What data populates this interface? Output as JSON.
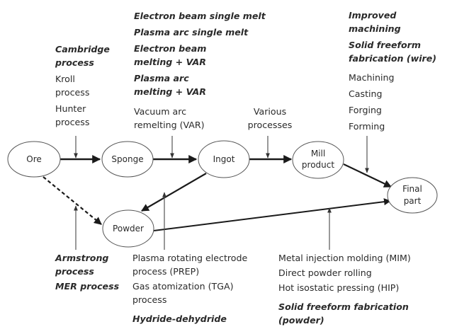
{
  "nodes": [
    {
      "id": "ore",
      "label": [
        "Ore"
      ]
    },
    {
      "id": "sponge",
      "label": [
        "Sponge"
      ]
    },
    {
      "id": "ingot",
      "label": [
        "Ingot"
      ]
    },
    {
      "id": "mill",
      "label": [
        "Mill",
        "product"
      ]
    },
    {
      "id": "final",
      "label": [
        "Final",
        "part"
      ]
    },
    {
      "id": "powder",
      "label": [
        "Powder"
      ]
    }
  ],
  "edges": [
    {
      "from": "ore",
      "to": "sponge",
      "style": "solid"
    },
    {
      "from": "sponge",
      "to": "ingot",
      "style": "solid"
    },
    {
      "from": "ingot",
      "to": "mill",
      "style": "solid"
    },
    {
      "from": "mill",
      "to": "final",
      "style": "solid"
    },
    {
      "from": "ingot",
      "to": "powder",
      "style": "solid"
    },
    {
      "from": "powder",
      "to": "final",
      "style": "solid"
    },
    {
      "from": "ore",
      "to": "powder",
      "style": "dashed"
    }
  ],
  "annotations": {
    "ore_to_sponge": {
      "emerging": [
        "Cambridge process"
      ],
      "conventional": [
        "Kroll process",
        "Hunter process"
      ]
    },
    "sponge_to_ingot": {
      "emerging": [
        "Electron beam single melt",
        "Plasma arc single melt",
        "Electron beam melting + VAR",
        "Plasma arc melting + VAR"
      ],
      "conventional": [
        "Vacuum arc remelting (VAR)"
      ]
    },
    "ingot_to_mill": {
      "conventional": [
        "Various processes"
      ]
    },
    "mill_to_final": {
      "emerging": [
        "Improved machining",
        "Solid freeform fabrication (wire)"
      ],
      "conventional": [
        "Machining",
        "Casting",
        "Forging",
        "Forming"
      ]
    },
    "ore_to_powder": {
      "emerging": [
        "Armstrong process",
        "MER process"
      ]
    },
    "ingot_to_powder": {
      "conventional": [
        "Plasma rotating electrode process (PREP)",
        "Gas atomization (TGA) process"
      ],
      "emerging": [
        "Hydride-dehydride"
      ]
    },
    "powder_to_final": {
      "conventional": [
        "Metal injection molding (MIM)",
        "Direct powder rolling",
        "Hot isostatic pressing (HIP)"
      ],
      "emerging": [
        "Solid freeform fabrication (powder)"
      ]
    }
  },
  "text": {
    "cambridge": [
      "Cambridge",
      "process"
    ],
    "kroll": [
      "Kroll",
      "process"
    ],
    "hunter": [
      "Hunter",
      "process"
    ],
    "eb_single": "Electron beam single melt",
    "pa_single": "Plasma arc single melt",
    "eb_var": [
      "Electron beam",
      "melting + VAR"
    ],
    "pa_var": [
      "Plasma arc",
      "melting + VAR"
    ],
    "var": [
      "Vacuum arc",
      "remelting (VAR)"
    ],
    "various": [
      "Various",
      "processes"
    ],
    "improved": [
      "Improved",
      "machining"
    ],
    "sff_wire": [
      "Solid freeform",
      "fabrication (wire)"
    ],
    "machining": "Machining",
    "casting": "Casting",
    "forging": "Forging",
    "forming": "Forming",
    "armstrong": [
      "Armstrong",
      "process"
    ],
    "mer": "MER process",
    "prep": [
      "Plasma rotating electrode",
      "process (PREP)"
    ],
    "tga": [
      "Gas atomization (TGA)",
      "process"
    ],
    "hdh": "Hydride-dehydride",
    "mim": "Metal injection molding (MIM)",
    "dpr": "Direct powder rolling",
    "hip": "Hot isostatic pressing (HIP)",
    "sff_powder": [
      "Solid freeform fabrication",
      "(powder)"
    ]
  }
}
